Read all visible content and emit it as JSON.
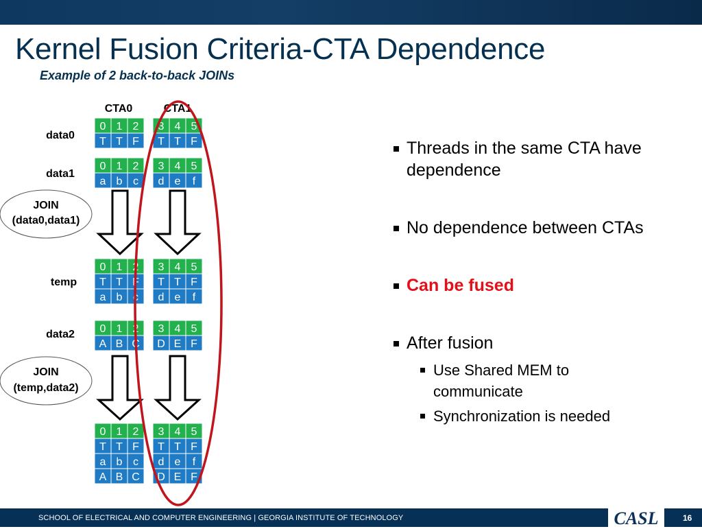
{
  "slide": {
    "title": "Kernel Fusion Criteria-CTA Dependence",
    "subtitle": "Example of 2 back-to-back JOINs"
  },
  "diagram": {
    "cta_labels": [
      "CTA0",
      "CTA1"
    ],
    "row_labels": {
      "data0": "data0",
      "data1": "data1",
      "temp": "temp",
      "data2": "data2"
    },
    "join1": [
      "JOIN",
      "(data0,data1)"
    ],
    "join2": [
      "JOIN",
      "(temp,data2)"
    ],
    "index_row": [
      "0",
      "1",
      "2",
      "3",
      "4",
      "5"
    ],
    "data0_values": [
      "T",
      "T",
      "F",
      "T",
      "T",
      "F"
    ],
    "data1_values": [
      "a",
      "b",
      "c",
      "d",
      "e",
      "f"
    ],
    "temp_values": [
      [
        "T",
        "T",
        "F",
        "T",
        "T",
        "F"
      ],
      [
        "a",
        "b",
        "c",
        "d",
        "e",
        "f"
      ]
    ],
    "data2_values": [
      "A",
      "B",
      "C",
      "D",
      "E",
      "F"
    ],
    "result_values": [
      [
        "T",
        "T",
        "F",
        "T",
        "T",
        "F"
      ],
      [
        "a",
        "b",
        "c",
        "d",
        "e",
        "f"
      ],
      [
        "A",
        "B",
        "C",
        "D",
        "E",
        "F"
      ]
    ],
    "colors": {
      "index_cell": "#22b14c",
      "value_cell": "#1e7bc4",
      "ellipse_outline": "#c0151c"
    }
  },
  "bullets": {
    "b1": [
      "Threads in the same CTA have",
      "dependence"
    ],
    "b2": "No dependence between CTAs",
    "b3": "Can be fused",
    "b4": "After fusion",
    "b4_sub1": [
      "Use Shared MEM to",
      "communicate"
    ],
    "b4_sub2": "Synchronization is needed"
  },
  "footer": {
    "text": "SCHOOL OF ELECTRICAL AND COMPUTER ENGINEERING | GEORGIA INSTITUTE OF TECHNOLOGY",
    "logo": "CASL",
    "page": "16"
  }
}
